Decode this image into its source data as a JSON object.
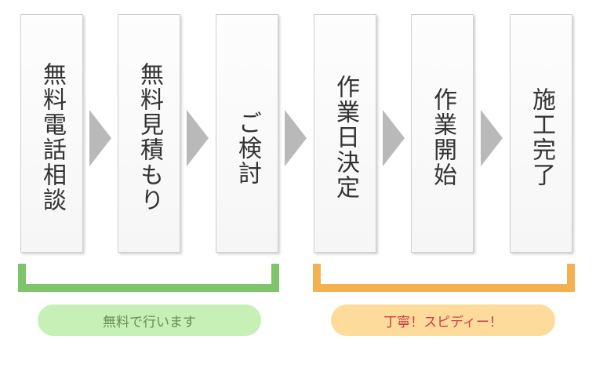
{
  "steps": [
    {
      "label": "無料電話相談"
    },
    {
      "label": "無料見積もり"
    },
    {
      "label": "ご検討"
    },
    {
      "label": "作業日決定"
    },
    {
      "label": "作業開始"
    },
    {
      "label": "施工完了"
    }
  ],
  "groups": {
    "free": {
      "label": "無料で行います",
      "color": "#7dc46a",
      "pill_color": "#c6f0b6"
    },
    "speedy": {
      "label": "丁寧！スピディー！",
      "color": "#f3b24f",
      "pill_color": "#fddb9a"
    }
  },
  "colors": {
    "arrow": "#b9b9b9",
    "step_text": "#333333"
  }
}
